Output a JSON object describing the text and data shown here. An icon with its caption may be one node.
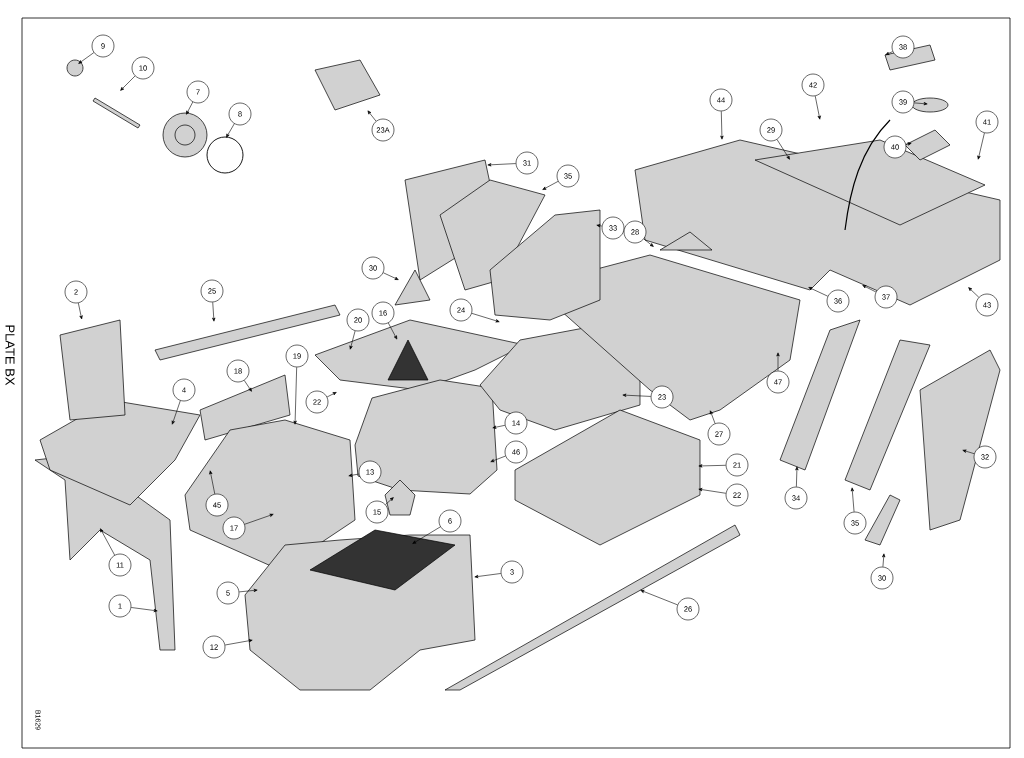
{
  "diagram": {
    "nodes": [
      {
        "text": [
          "9"
        ]
      },
      {
        "text": [
          "10"
        ]
      },
      {
        "text": [
          "7"
        ]
      },
      {
        "text": [
          "8"
        ]
      },
      {
        "text": [
          "23A"
        ]
      },
      {
        "text": [
          "38"
        ]
      },
      {
        "text": [
          "42"
        ]
      },
      {
        "text": [
          "44"
        ]
      },
      {
        "text": [
          "39"
        ]
      },
      {
        "text": [
          "29"
        ]
      },
      {
        "text": [
          "40"
        ]
      },
      {
        "text": [
          "41"
        ]
      },
      {
        "text": [
          "31"
        ]
      },
      {
        "text": [
          "35"
        ]
      },
      {
        "text": [
          "33"
        ]
      },
      {
        "text": [
          "28"
        ]
      },
      {
        "text": [
          "30"
        ]
      },
      {
        "text": [
          "25"
        ]
      },
      {
        "text": [
          "2"
        ]
      },
      {
        "text": [
          "36"
        ]
      },
      {
        "text": [
          "37"
        ]
      },
      {
        "text": [
          "43"
        ]
      },
      {
        "text": [
          "24"
        ]
      },
      {
        "text": [
          "20"
        ]
      },
      {
        "text": [
          "16"
        ]
      },
      {
        "text": [
          "19"
        ]
      },
      {
        "text": [
          "18"
        ]
      },
      {
        "text": [
          "22"
        ]
      },
      {
        "text": [
          "4"
        ]
      },
      {
        "text": [
          "47"
        ]
      },
      {
        "text": [
          "23"
        ]
      },
      {
        "text": [
          "14"
        ]
      },
      {
        "text": [
          "27"
        ]
      },
      {
        "text": [
          "46"
        ]
      },
      {
        "text": [
          "13"
        ]
      },
      {
        "text": [
          "21"
        ]
      },
      {
        "text": [
          "32"
        ]
      },
      {
        "text": [
          "15"
        ]
      },
      {
        "text": [
          "22"
        ]
      },
      {
        "text": [
          "45"
        ]
      },
      {
        "text": [
          "34"
        ]
      },
      {
        "text": [
          "35"
        ]
      },
      {
        "text": [
          "17"
        ]
      },
      {
        "text": [
          "11"
        ]
      },
      {
        "text": [
          "6"
        ]
      },
      {
        "text": [
          "3"
        ]
      },
      {
        "text": [
          "30"
        ]
      },
      {
        "text": [
          "5"
        ]
      },
      {
        "text": [
          "26"
        ]
      },
      {
        "text": [
          "1"
        ]
      },
      {
        "text": [
          "12"
        ]
      },
      {
        "text": [],
        "shape": "picture"
      },
      {
        "text": [],
        "shape": "picture"
      },
      {
        "text": [],
        "shape": "picture"
      }
    ],
    "edges": [
      {
        "from": 0,
        "to": null,
        "arrow": "to"
      },
      {
        "from": 1,
        "to": null,
        "arrow": "to"
      },
      {
        "from": 2,
        "to": null,
        "arrow": "to"
      },
      {
        "from": 3,
        "to": null,
        "arrow": "to"
      },
      {
        "from": 4,
        "to": 51,
        "arrow": "to"
      },
      {
        "from": 5,
        "to": null,
        "arrow": "to"
      },
      {
        "from": 6,
        "to": null,
        "arrow": "to"
      },
      {
        "from": 7,
        "to": null,
        "arrow": "to"
      },
      {
        "from": 8,
        "to": null,
        "arrow": "to"
      },
      {
        "from": 9,
        "to": null,
        "arrow": "to"
      },
      {
        "from": 10,
        "to": null,
        "arrow": "to"
      },
      {
        "from": 11,
        "to": null,
        "arrow": "to"
      },
      {
        "from": 12,
        "to": null,
        "arrow": "to"
      },
      {
        "from": 13,
        "to": null,
        "arrow": "to"
      },
      {
        "from": 14,
        "to": null,
        "arrow": "to"
      },
      {
        "from": 15,
        "to": null,
        "arrow": "to"
      },
      {
        "from": 16,
        "to": null,
        "arrow": "to"
      },
      {
        "from": 17,
        "to": null,
        "arrow": "to"
      },
      {
        "from": 18,
        "to": 52,
        "arrow": "to"
      },
      {
        "from": 19,
        "to": null,
        "arrow": "to"
      },
      {
        "from": 20,
        "to": null,
        "arrow": "to"
      },
      {
        "from": 21,
        "to": null,
        "arrow": "to"
      },
      {
        "from": 22,
        "to": null,
        "arrow": "to"
      },
      {
        "from": 23,
        "to": null,
        "arrow": "to"
      },
      {
        "from": 24,
        "to": 53,
        "arrow": "to"
      },
      {
        "from": 25,
        "to": null,
        "arrow": "to"
      },
      {
        "from": 26,
        "to": null,
        "arrow": "to"
      },
      {
        "from": 27,
        "to": null,
        "arrow": "to"
      },
      {
        "from": 28,
        "to": null,
        "arrow": "to"
      },
      {
        "from": 29,
        "to": null,
        "arrow": "to"
      },
      {
        "from": 30,
        "to": null,
        "arrow": "to"
      },
      {
        "from": 31,
        "to": null,
        "arrow": "to"
      },
      {
        "from": 32,
        "to": null,
        "arrow": "to"
      },
      {
        "from": 33,
        "to": null,
        "arrow": "to"
      },
      {
        "from": 34,
        "to": null,
        "arrow": "to"
      },
      {
        "from": 35,
        "to": null,
        "arrow": "to"
      },
      {
        "from": 36,
        "to": null,
        "arrow": "to"
      },
      {
        "from": 37,
        "to": null,
        "arrow": "to"
      },
      {
        "from": 38,
        "to": null,
        "arrow": "to"
      },
      {
        "from": 39,
        "to": null,
        "arrow": "to"
      },
      {
        "from": 40,
        "to": null,
        "arrow": "to"
      },
      {
        "from": 41,
        "to": null,
        "arrow": "to"
      },
      {
        "from": 42,
        "to": null,
        "arrow": "to"
      },
      {
        "from": 43,
        "to": null,
        "arrow": "to"
      },
      {
        "from": 44,
        "to": null,
        "arrow": "to"
      },
      {
        "from": 45,
        "to": null,
        "arrow": "to"
      },
      {
        "from": 46,
        "to": null,
        "arrow": "to"
      },
      {
        "from": 47,
        "to": null,
        "arrow": "to"
      },
      {
        "from": 48,
        "to": null,
        "arrow": "to"
      },
      {
        "from": 49,
        "to": null,
        "arrow": "to"
      },
      {
        "from": 50,
        "to": null,
        "arrow": "to"
      }
    ],
    "labels": [
      "PLATE BX",
      "B1629"
    ]
  }
}
